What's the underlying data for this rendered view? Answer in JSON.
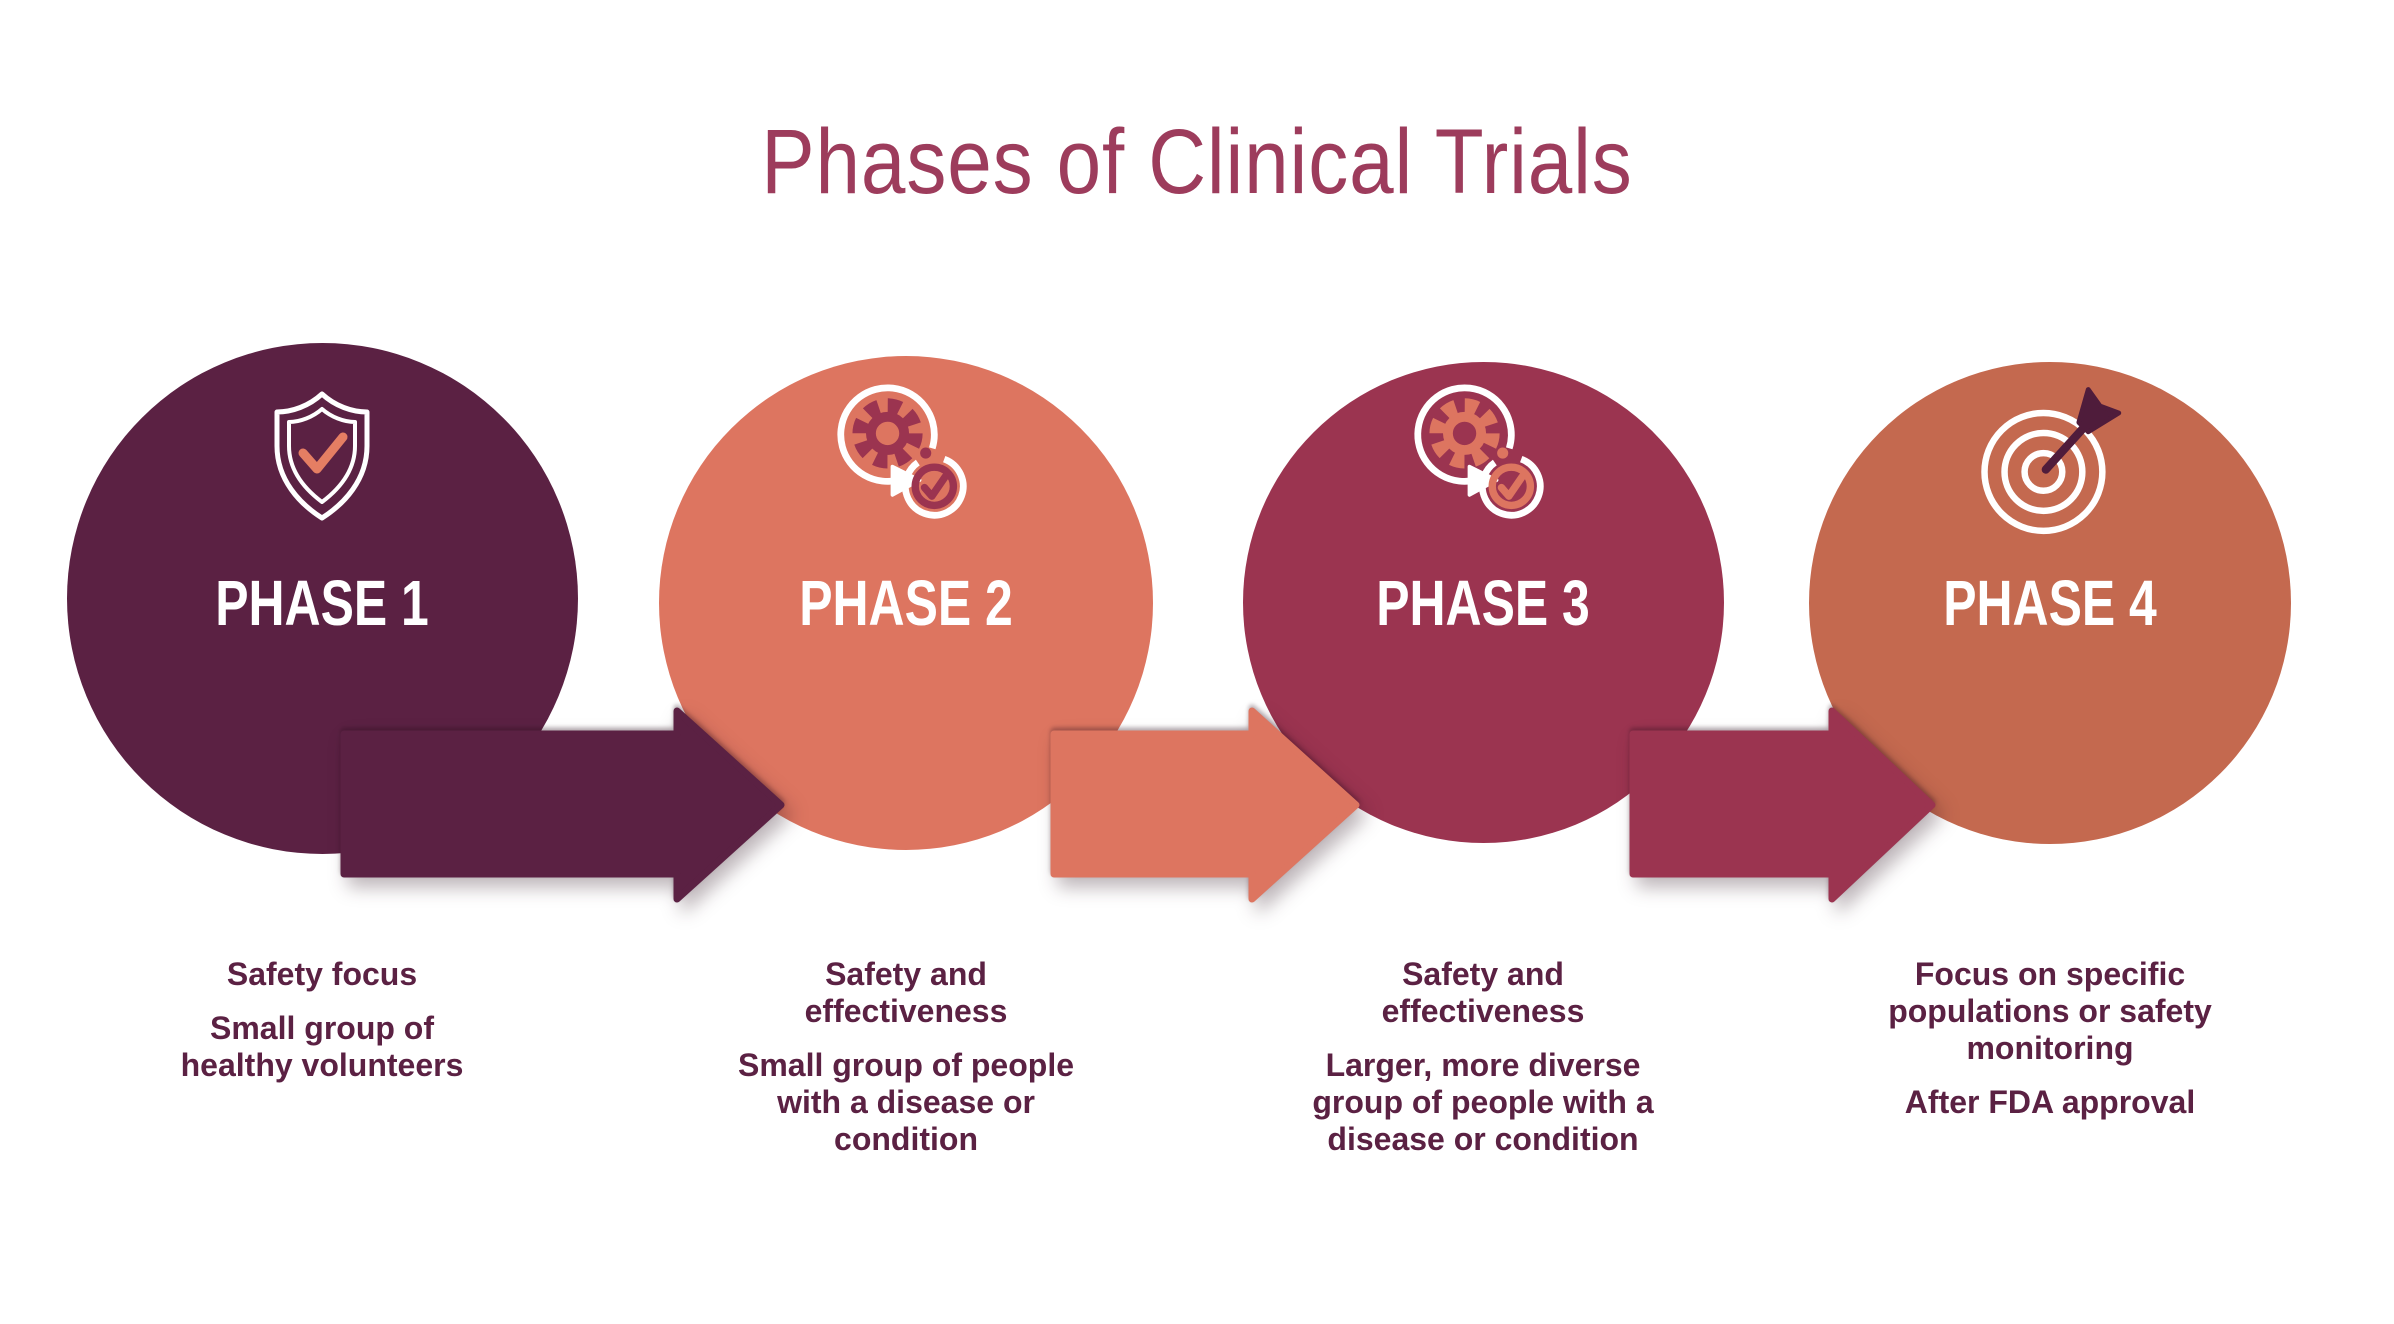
{
  "title": {
    "text": "Phases of Clinical Trials",
    "color": "#9d3c5c"
  },
  "background": "#ffffff",
  "text_color": "#5b2143",
  "phases": [
    {
      "label": "PHASE 1",
      "icon": "shield-check-icon",
      "circle_color": "#5b2143",
      "accent_color": "#e57e63",
      "descriptions": [
        "Safety focus",
        "Small group of\nhealthy volunteers"
      ]
    },
    {
      "label": "PHASE 2",
      "icon": "gear-cycle-check-icon",
      "circle_color": "#dd7560",
      "accent_color": "#9b3450",
      "descriptions": [
        "Safety and\neffectiveness",
        "Small group of people\nwith a disease or\ncondition"
      ]
    },
    {
      "label": "PHASE 3",
      "icon": "gear-cycle-check-icon",
      "circle_color": "#9b3450",
      "accent_color": "#dd7560",
      "descriptions": [
        "Safety and\neffectiveness",
        "Larger, more diverse\ngroup of people with a\ndisease or condition"
      ]
    },
    {
      "label": "PHASE 4",
      "icon": "target-arrow-icon",
      "circle_color": "#c4694f",
      "accent_color": "#4f1c3b",
      "descriptions": [
        "Focus on specific\npopulations or safety\nmonitoring",
        "After FDA approval"
      ]
    }
  ],
  "arrows": [
    {
      "from": "PHASE 1",
      "to": "PHASE 2",
      "color": "#5b2143"
    },
    {
      "from": "PHASE 2",
      "to": "PHASE 3",
      "color": "#dd7560"
    },
    {
      "from": "PHASE 3",
      "to": "PHASE 4",
      "color": "#9b3450"
    }
  ]
}
